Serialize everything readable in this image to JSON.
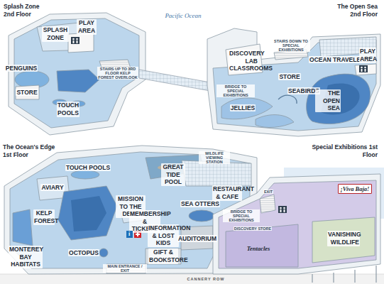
{
  "diagram": {
    "nodes": [
      {
        "text": [
          "Splash Zone 2nd Floor"
        ]
      },
      {
        "text": [
          "SPLASH ZONE"
        ],
        "in": 0
      },
      {
        "text": [
          "PLAY AREA"
        ],
        "in": 0
      },
      {
        "text": [
          "PENGUINS"
        ],
        "in": 0
      },
      {
        "text": [
          "STORE"
        ],
        "in": 0
      },
      {
        "text": [
          "TOUCH POOLS"
        ],
        "in": 0
      },
      {
        "text": [
          "The Open Sea 2nd Floor"
        ]
      },
      {
        "text": [
          "DISCOVERY LAB CLASSROOMS"
        ],
        "in": 6
      },
      {
        "text": [
          "OCEAN TRAVELERS"
        ],
        "in": 6
      },
      {
        "text": [
          "PLAY AREA"
        ],
        "in": 6
      },
      {
        "text": [
          "STORE"
        ],
        "in": 6
      },
      {
        "text": [
          "SEABIRDS"
        ],
        "in": 6
      },
      {
        "text": [
          "JELLIES"
        ],
        "in": 6
      },
      {
        "text": [
          "THE OPEN SEA"
        ],
        "in": 6
      },
      {
        "text": [
          "The Ocean's Edge 1st Floor"
        ]
      },
      {
        "text": [
          "TOUCH POOLS"
        ],
        "in": 14
      },
      {
        "text": [
          "AVIARY"
        ],
        "in": 14
      },
      {
        "text": [
          "KELP FOREST"
        ],
        "in": 14
      },
      {
        "text": [
          "MONTEREY BAY HABITATS"
        ],
        "in": 14
      },
      {
        "text": [
          "OCTOPUS"
        ],
        "in": 14
      },
      {
        "text": [
          "MISSION TO THE DEEP"
        ],
        "in": 14
      },
      {
        "text": [
          "GREAT TIDE POOL"
        ],
        "in": 14
      },
      {
        "text": [
          "SEA OTTERS"
        ],
        "in": 14
      },
      {
        "text": [
          "RESTAURANT & CAFE"
        ],
        "in": 14
      },
      {
        "text": [
          "MEMBERSHIP & TICKETS"
        ],
        "in": 14
      },
      {
        "text": [
          "INFORMATION & LOST KIDS"
        ],
        "in": 14
      },
      {
        "text": [
          "GIFT & BOOKSTORE"
        ],
        "in": 14
      },
      {
        "text": [
          "AUDITORIUM"
        ],
        "in": 14
      },
      {
        "text": [
          "Special Exhibitions 1st Floor"
        ]
      },
      {
        "text": [
          "¡Viva Baja!"
        ],
        "in": 28
      },
      {
        "text": [
          "VANISHING WILDLIFE"
        ],
        "in": 28
      },
      {
        "text": [
          "Tentacles"
        ],
        "in": 28
      }
    ],
    "labels": [
      "Pacific Ocean",
      "STAIRS UP TO 3RD FLOOR KELP FOREST OVERLOOK",
      "STAIRS DOWN TO SPECIAL EXHIBITIONS",
      "BRIDGE TO SPECIAL EXHIBITIONS",
      "WILDLIFE VIEWING STATION",
      "BRIDGE TO SPECIAL EXHIBITIONS",
      "DISCOVERY STORE",
      "MAIN ENTRANCE / EXIT",
      "EXIT",
      "CANNERY ROW",
      "i"
    ]
  }
}
